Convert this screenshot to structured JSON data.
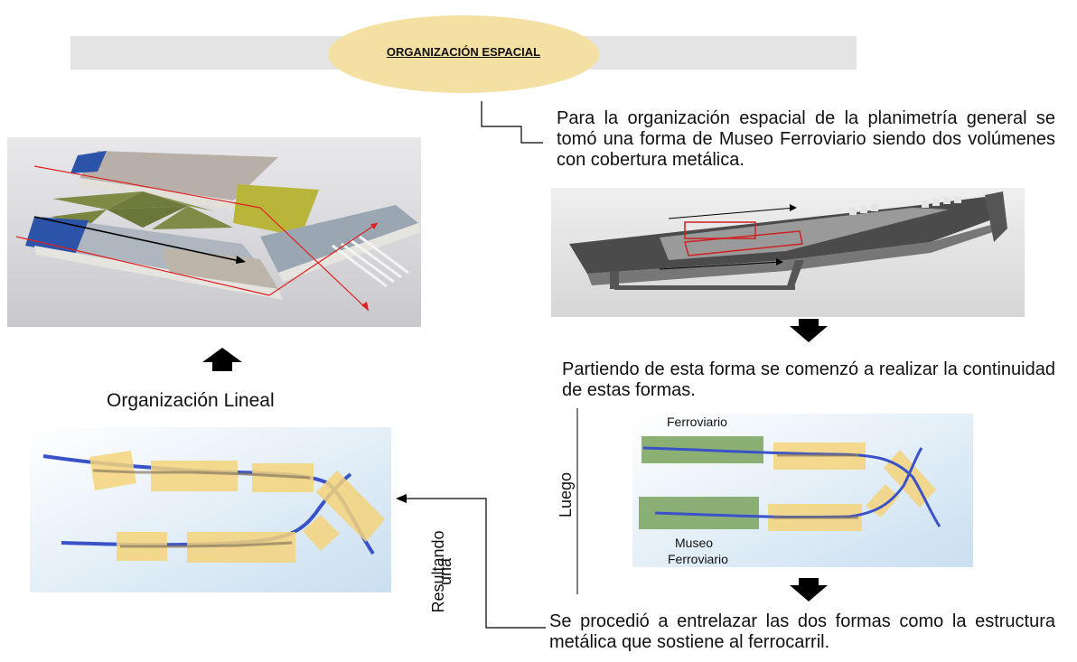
{
  "header": {
    "title": "ORGANIZACIÓN ESPACIAL"
  },
  "text": {
    "intro": "Para la organización espacial de la planimetría general se tomó una forma de Museo Ferroviario siendo dos volúmenes con cobertura metálica.",
    "continuity": "Partiendo de esta forma se comenzó a realizar la continuidad de estas formas.",
    "interlace": "Se procedió a entrelazar las dos formas como la estructura metálica que sostiene al ferrocarril.",
    "organization": "Organización Lineal",
    "luego": "Luego",
    "resultando_1": "Resultando",
    "resultando_2": "una",
    "ferroviario": "Ferroviario",
    "museo_1": "Museo",
    "museo_2": "Ferroviario"
  },
  "colors": {
    "ellipse": "#f4e0a2",
    "banner": "#e4e4e4",
    "green_block": "#7fa765",
    "yellow_block": "#f5d37a",
    "blue_path": "#3a52c8",
    "red_line": "#e02020"
  },
  "icons": [
    "arrow-up-icon",
    "arrow-down-icon",
    "arrow-down-icon",
    "connector-arrow-icon"
  ]
}
